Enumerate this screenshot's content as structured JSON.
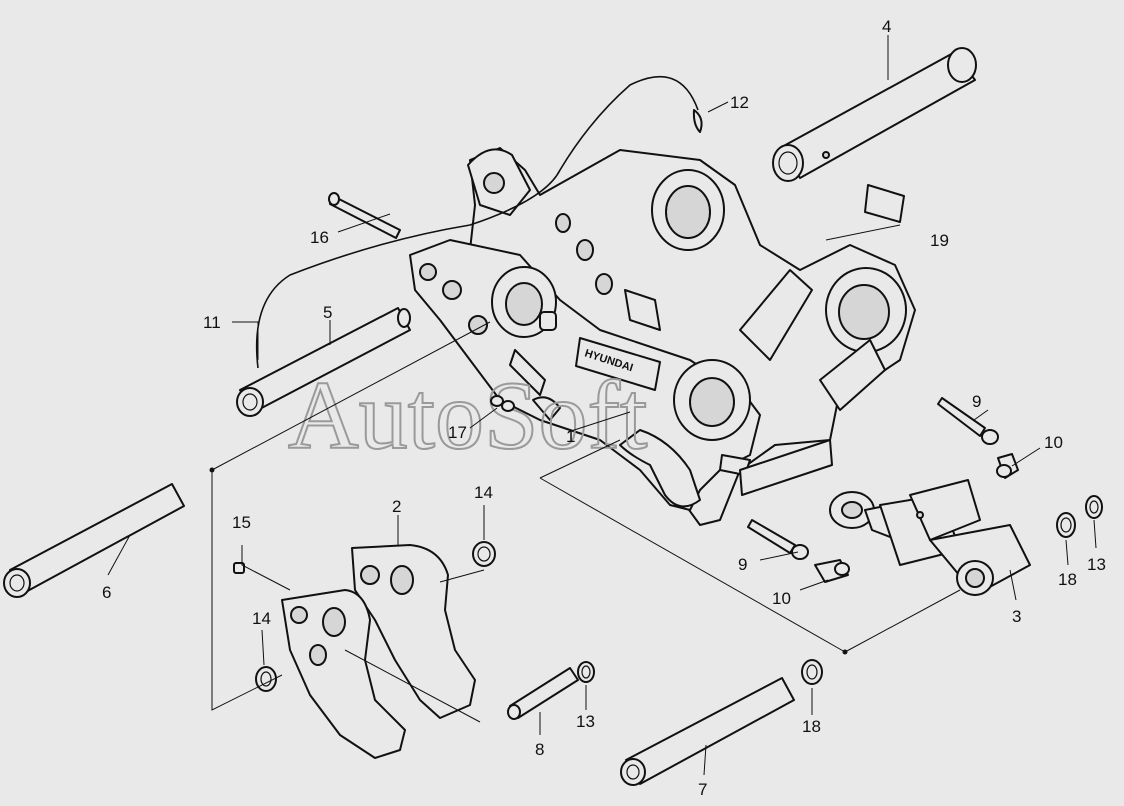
{
  "watermark": "AutoSoft",
  "brand_plate": "HYUNDAI",
  "callouts": [
    {
      "id": "c1",
      "text": "1"
    },
    {
      "id": "c2",
      "text": "2"
    },
    {
      "id": "c3",
      "text": "3"
    },
    {
      "id": "c4",
      "text": "4"
    },
    {
      "id": "c5",
      "text": "5"
    },
    {
      "id": "c6",
      "text": "6"
    },
    {
      "id": "c7",
      "text": "7"
    },
    {
      "id": "c8",
      "text": "8"
    },
    {
      "id": "c9a",
      "text": "9"
    },
    {
      "id": "c9b",
      "text": "9"
    },
    {
      "id": "c10a",
      "text": "10"
    },
    {
      "id": "c10b",
      "text": "10"
    },
    {
      "id": "c11",
      "text": "11"
    },
    {
      "id": "c12",
      "text": "12"
    },
    {
      "id": "c13a",
      "text": "13"
    },
    {
      "id": "c13b",
      "text": "13"
    },
    {
      "id": "c14a",
      "text": "14"
    },
    {
      "id": "c14b",
      "text": "14"
    },
    {
      "id": "c15",
      "text": "15"
    },
    {
      "id": "c16",
      "text": "16"
    },
    {
      "id": "c17",
      "text": "17"
    },
    {
      "id": "c18a",
      "text": "18"
    },
    {
      "id": "c18b",
      "text": "18"
    },
    {
      "id": "c19",
      "text": "19"
    }
  ]
}
